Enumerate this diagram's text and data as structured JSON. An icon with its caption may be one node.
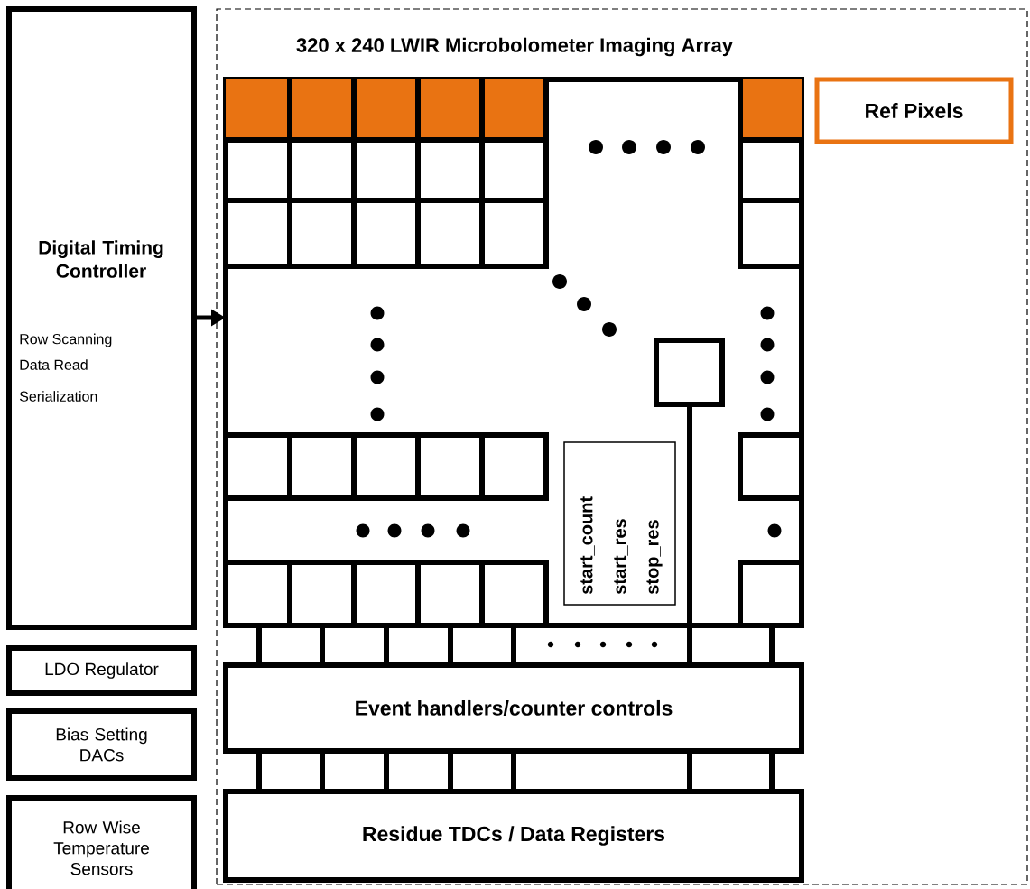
{
  "diagram": {
    "nodes": [
      {
        "text": [
          "Digital Timing Controller",
          "Row Scanning",
          "Data Read",
          "Serialization"
        ]
      },
      {
        "text": [
          "LDO Regulator"
        ]
      },
      {
        "text": [
          "Bias Setting DACs"
        ]
      },
      {
        "text": [
          "Row Wise Temperature Sensors"
        ]
      },
      {
        "text": [
          "320 x 240 LWIR Microbolometer Imaging Array"
        ]
      },
      {
        "text": [],
        "shape": "box",
        "in": 4
      },
      {
        "text": [
          "Ref Pixels"
        ],
        "in": 4
      },
      {
        "text": [],
        "shape": "box",
        "in": 5
      },
      {
        "text": [
          "start_count",
          "start_res",
          "stop_res"
        ],
        "in": 5
      },
      {
        "text": [
          "Event handlers/counter controls"
        ],
        "in": 4
      },
      {
        "text": [
          "Residue TDCs / Data Registers"
        ],
        "in": 4
      }
    ],
    "edges": [
      {
        "from": 0,
        "to": 5,
        "arrow": "to"
      },
      {
        "from": 5,
        "to": 9,
        "arrow": "none"
      },
      {
        "from": 5,
        "to": 9,
        "arrow": "none"
      },
      {
        "from": 5,
        "to": 9,
        "arrow": "none"
      },
      {
        "from": 5,
        "to": 9,
        "arrow": "none"
      },
      {
        "from": 5,
        "to": 9,
        "arrow": "none"
      },
      {
        "from": 5,
        "to": 9,
        "arrow": "none"
      },
      {
        "from": 7,
        "to": 9,
        "arrow": "none"
      },
      {
        "from": 9,
        "to": 10,
        "arrow": "none"
      },
      {
        "from": 9,
        "to": 10,
        "arrow": "none"
      },
      {
        "from": 9,
        "to": 10,
        "arrow": "none"
      },
      {
        "from": 9,
        "to": 10,
        "arrow": "none"
      },
      {
        "from": 9,
        "to": 10,
        "arrow": "none"
      },
      {
        "from": 9,
        "to": 10,
        "arrow": "none"
      },
      {
        "from": 9,
        "to": 10,
        "arrow": "none"
      }
    ]
  }
}
